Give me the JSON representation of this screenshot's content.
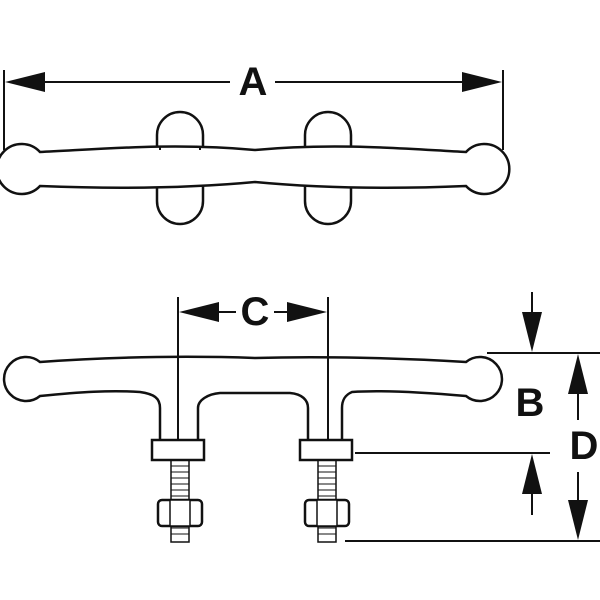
{
  "diagram": {
    "labels": {
      "A": "A",
      "B": "B",
      "C": "C",
      "D": "D"
    },
    "color": "#111111"
  }
}
